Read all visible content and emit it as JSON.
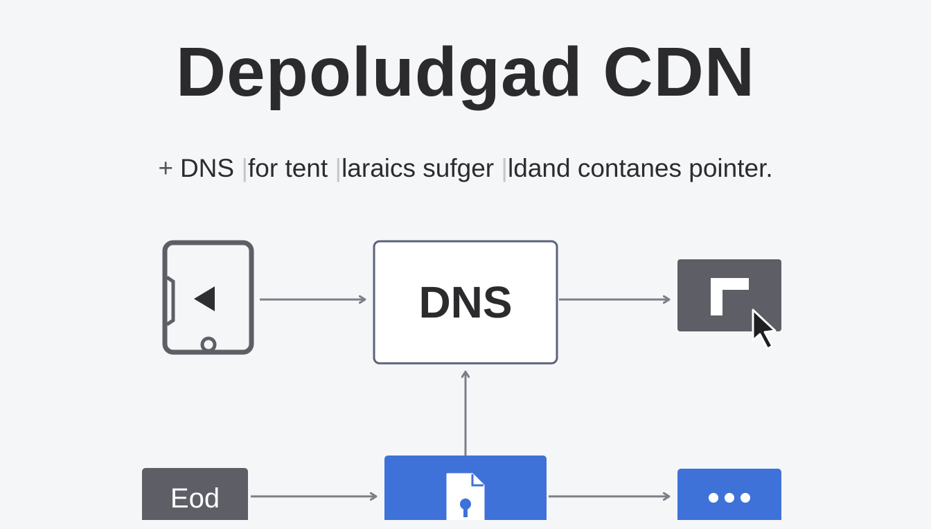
{
  "title": "Depoludgad CDN",
  "subtitle": {
    "prefix": "+",
    "part1": "DNS",
    "part2": "for tent",
    "part3": "laraics sufger",
    "part4": "ldand contanes pointer."
  },
  "nodes": {
    "dns_box": {
      "label": "DNS"
    },
    "eod_box": {
      "label": "Eod"
    },
    "device_icon": "tablet-icon",
    "target_icon": "window-cursor-icon",
    "file_icon": "lock-file-icon",
    "more_icon": "ellipsis-icon"
  },
  "colors": {
    "background": "#f5f6f8",
    "dark_gray": "#5d5e66",
    "blue": "#3f72d8",
    "box_border": "#5b6378",
    "arrow": "#7d7f86"
  }
}
